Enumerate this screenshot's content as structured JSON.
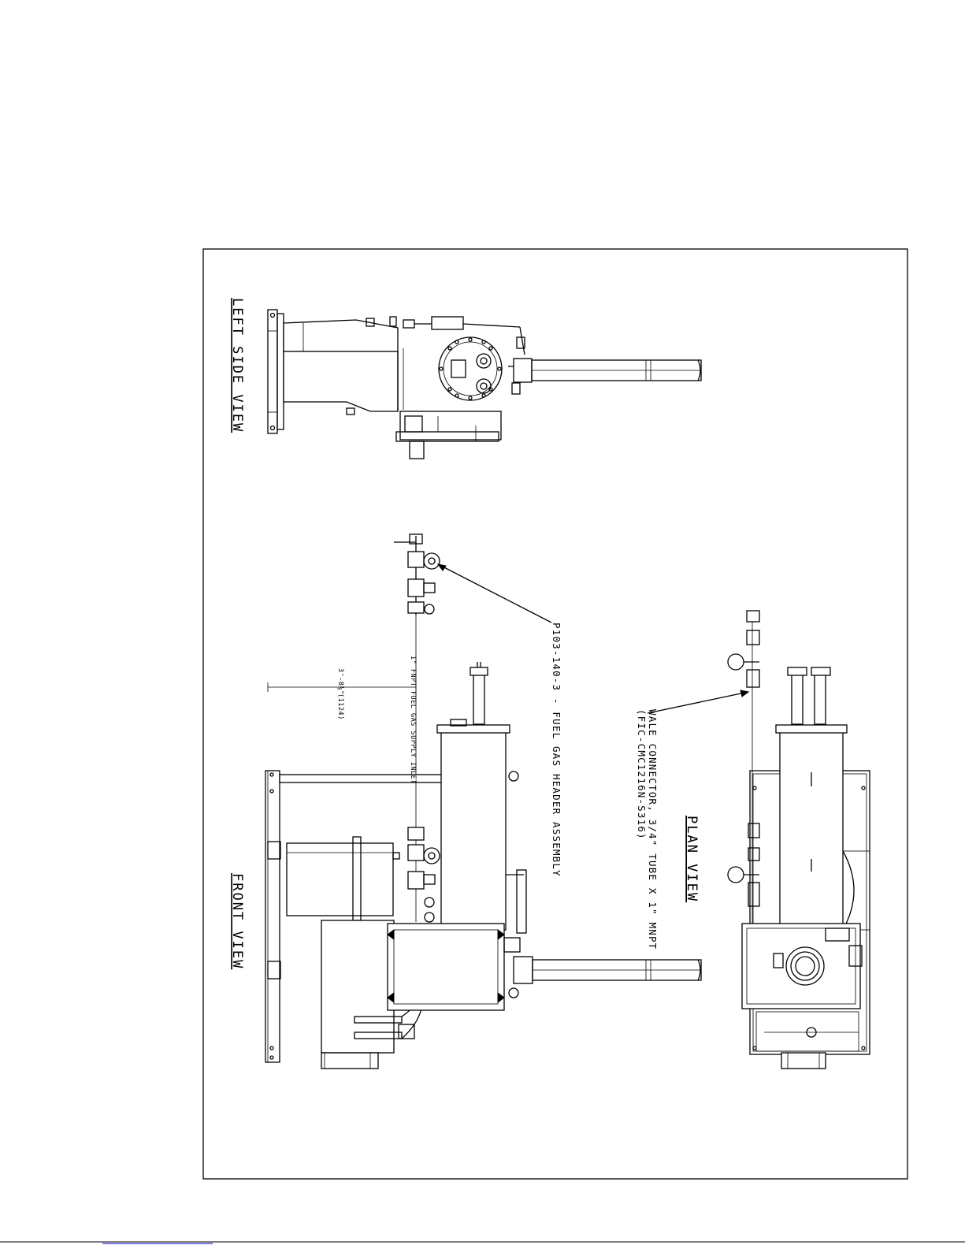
{
  "views": {
    "left_side": "LEFT SIDE VIEW",
    "front": "FRONT VIEW",
    "plan": "PLAN VIEW"
  },
  "callouts": {
    "header_assembly": "P103-140-3 - FUEL GAS HEADER ASSEMBLY",
    "connector_line1": "WALE CONNECTOR, 3/4\" TUBE X 1\" MNPT",
    "connector_line2": "(FIC-CMC1216N-S316)",
    "inlet": "1\" FNPT FUEL GAS SUPPLY INLET"
  },
  "dimensions": {
    "length_ft_in": "3'-8⅜\"",
    "length_mm": "(1124)"
  }
}
